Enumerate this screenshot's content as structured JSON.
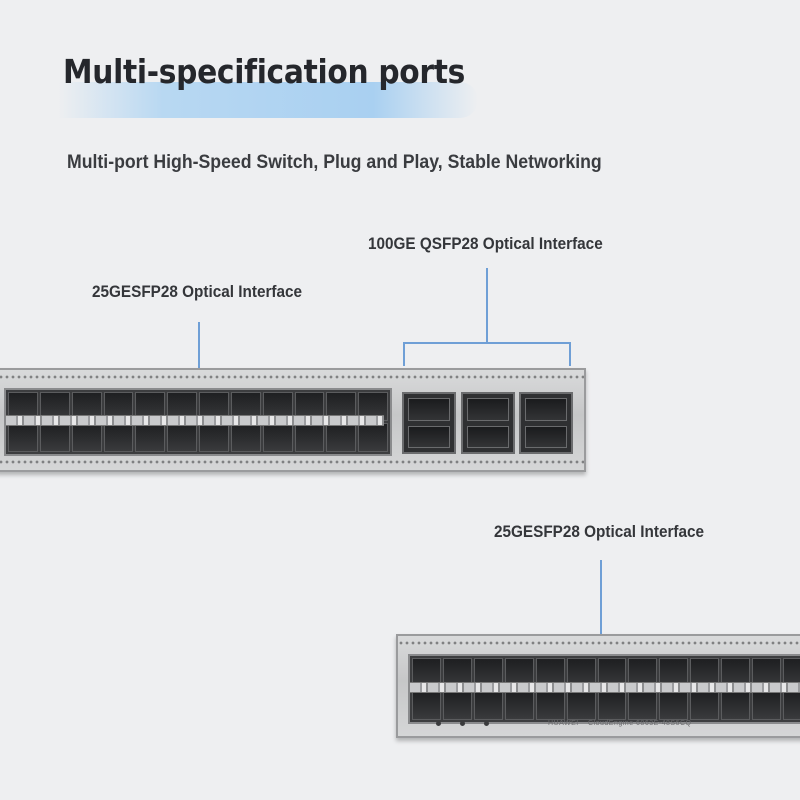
{
  "title": "Multi-specification ports",
  "subtitle": "Multi-port High-Speed Switch, Plug and Play, Stable Networking",
  "callouts": {
    "top_left": "25GESFP28 Optical Interface",
    "top_right": "100GE QSFP28 Optical Interface",
    "bottom": "25GESFP28 Optical Interface"
  },
  "switch_bottom": {
    "brand": "HUAWEI",
    "model": "CloudEngine 6863E-48S6CQ"
  },
  "colors": {
    "accent_band": "#a9d0f1",
    "callout_line": "#6f9fd6",
    "background": "#eeeff1"
  }
}
